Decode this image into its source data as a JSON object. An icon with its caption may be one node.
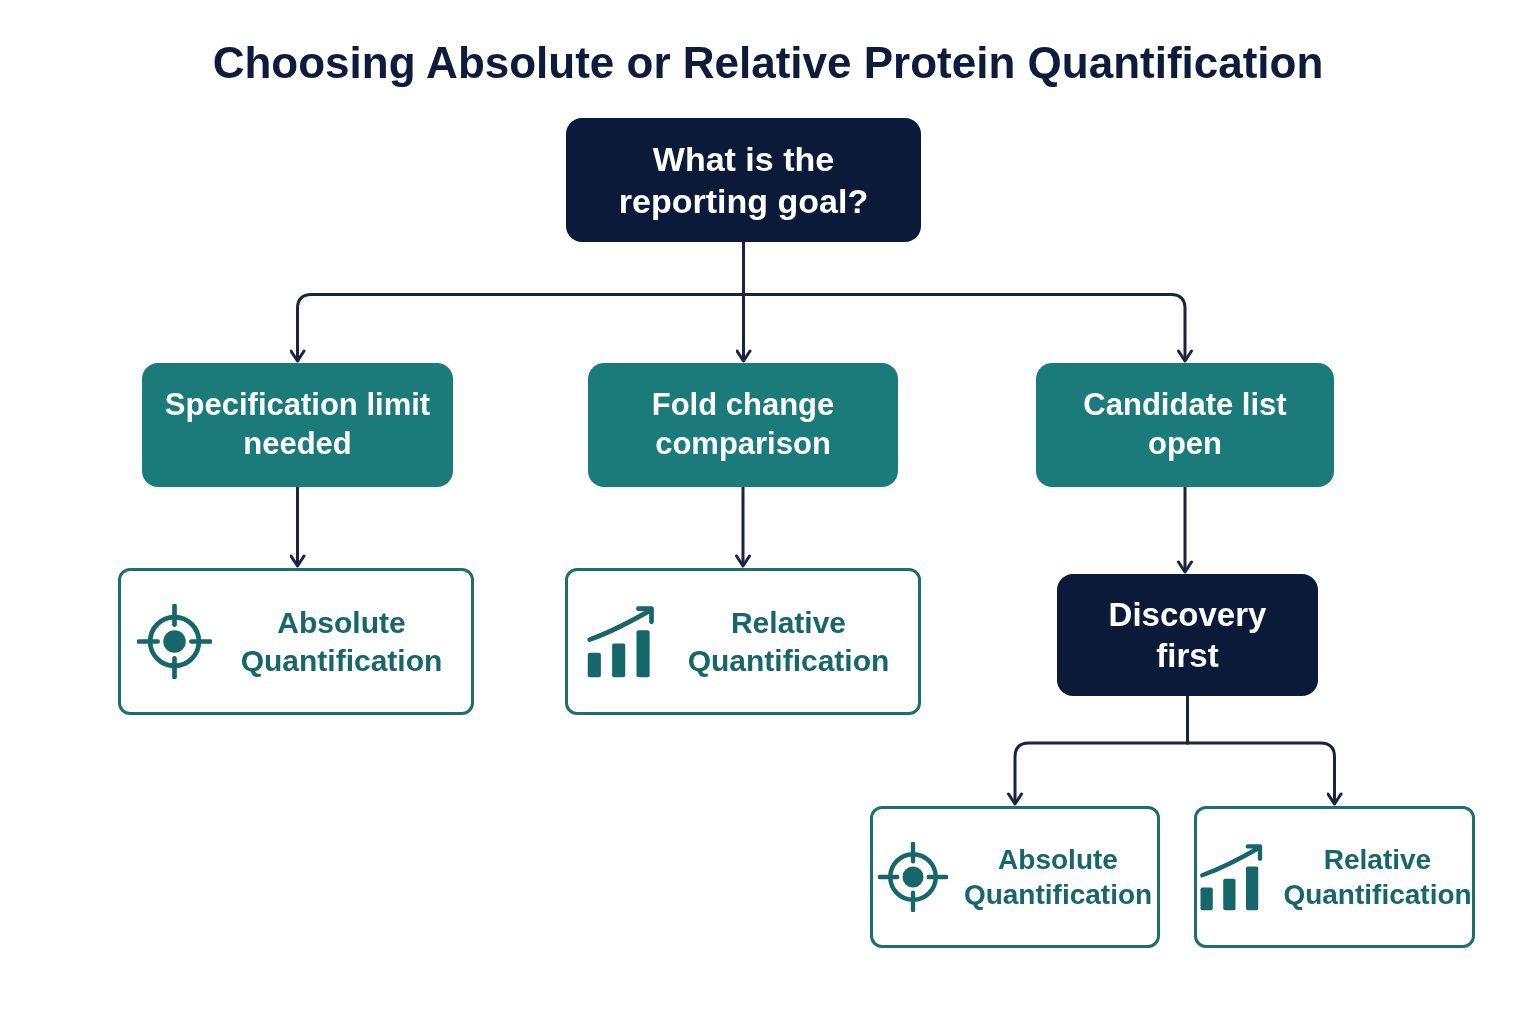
{
  "diagram": {
    "title": "Choosing Absolute or Relative Protein Quantification",
    "nodes": [
      {
        "text": [
          "What is the reporting goal?"
        ]
      },
      {
        "text": [
          "Specification limit needed"
        ]
      },
      {
        "text": [
          "Fold change comparison"
        ]
      },
      {
        "text": [
          "Candidate list open"
        ]
      },
      {
        "text": [
          "Absolute Quantification"
        ]
      },
      {
        "text": [
          "Relative Quantification"
        ]
      },
      {
        "text": [
          "Discovery first"
        ]
      },
      {
        "text": [
          "Absolute Quantification"
        ]
      },
      {
        "text": [
          "Relative Quantification"
        ]
      }
    ],
    "edges": [
      {
        "from": 0,
        "to": 1,
        "arrow": "to"
      },
      {
        "from": 0,
        "to": 2,
        "arrow": "to"
      },
      {
        "from": 0,
        "to": 3,
        "arrow": "to"
      },
      {
        "from": 1,
        "to": 4,
        "arrow": "to"
      },
      {
        "from": 2,
        "to": 5,
        "arrow": "to"
      },
      {
        "from": 3,
        "to": 6,
        "arrow": "to"
      },
      {
        "from": 6,
        "to": 7,
        "arrow": "to"
      },
      {
        "from": 6,
        "to": 8,
        "arrow": "to"
      }
    ]
  }
}
